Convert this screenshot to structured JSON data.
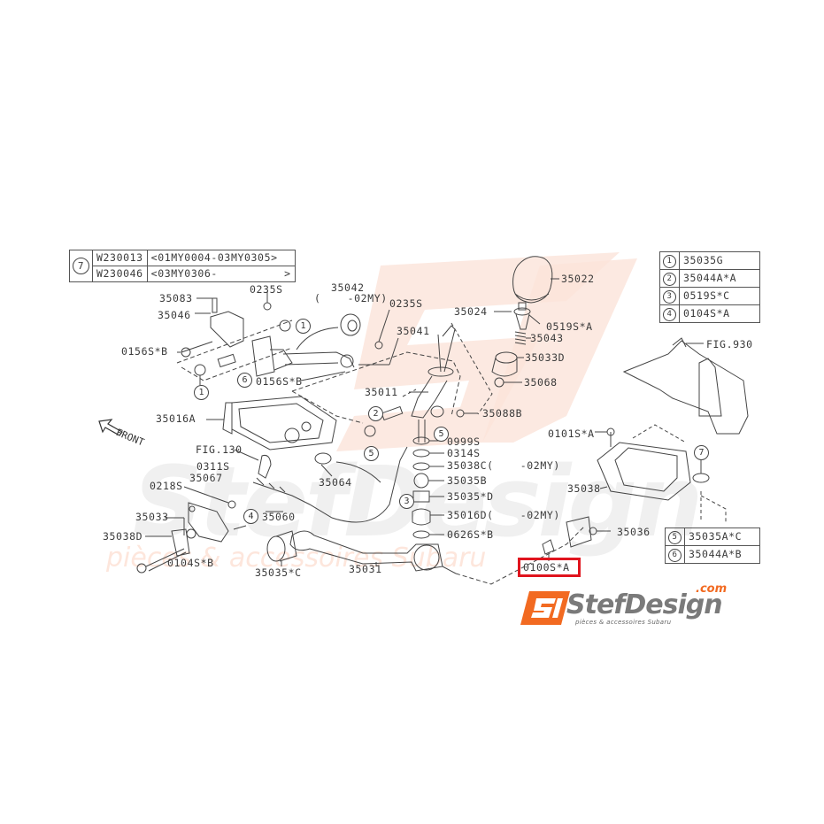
{
  "diagram": {
    "type": "exploded-parts-diagram",
    "subject": "Manual transmission gear shift linkage",
    "front_label": "FRONT",
    "highlighted_part": "0100S*A",
    "highlight_color": "#e0141e",
    "accent_color": "#f26a21"
  },
  "legend_top_left": {
    "marker": "7",
    "rows": [
      {
        "part": "W230013",
        "range": "<01MY0004-03MY0305>"
      },
      {
        "part": "W230046",
        "range": "<03MY0306-          >"
      }
    ]
  },
  "legend_top_right": {
    "rows": [
      {
        "marker": "1",
        "part": "35035G"
      },
      {
        "marker": "2",
        "part": "35044A*A"
      },
      {
        "marker": "3",
        "part": "0519S*C"
      },
      {
        "marker": "4",
        "part": "0104S*A"
      }
    ]
  },
  "legend_bottom_right": {
    "rows": [
      {
        "marker": "5",
        "part": "35035A*C"
      },
      {
        "marker": "6",
        "part": "35044A*B"
      }
    ]
  },
  "labels": {
    "p35083": "35083",
    "p0235S_a": "0235S",
    "p35042": "35042",
    "p35042_note": "(    -02MY)",
    "p0235S_b": "0235S",
    "p35046": "35046",
    "p0156SB_a": "0156S*B",
    "p35041": "35041",
    "p0156SB_b": "0156S*B",
    "p35022": "35022",
    "p35024": "35024",
    "p0519SA": "0519S*A",
    "p35043": "35043",
    "p35033D": "35033D",
    "p35068": "35068",
    "p35011": "35011",
    "p35088B": "35088B",
    "p35016A": "35016A",
    "p0999S": "0999S",
    "p0314S": "0314S",
    "p35038C": "35038C(    -02MY)",
    "p35035B": "35035B",
    "p35035D": "35035*D",
    "p35016D": "35016D(    -02MY)",
    "p0626SB": "0626S*B",
    "pFIG130": "FIG.130",
    "p0311S": "0311S",
    "p35067": "35067",
    "p35064": "35064",
    "p0218S": "0218S",
    "p35060": "35060",
    "p35033": "35033",
    "p35038D": "35038D",
    "p0104SB": "0104S*B",
    "p35035C": "35035*C",
    "p35031": "35031",
    "pFIG930": "FIG.930",
    "p0101SA": "0101S*A",
    "p35038": "35038",
    "p35036": "35036",
    "p0100SA": "0100S*A"
  },
  "callouts": [
    "1",
    "1",
    "6",
    "2",
    "5",
    "5",
    "3",
    "4",
    "7"
  ],
  "watermark": {
    "logo_text": "StefDesign",
    "domain": ".com",
    "tagline": "pièces & accessoires Subaru"
  }
}
